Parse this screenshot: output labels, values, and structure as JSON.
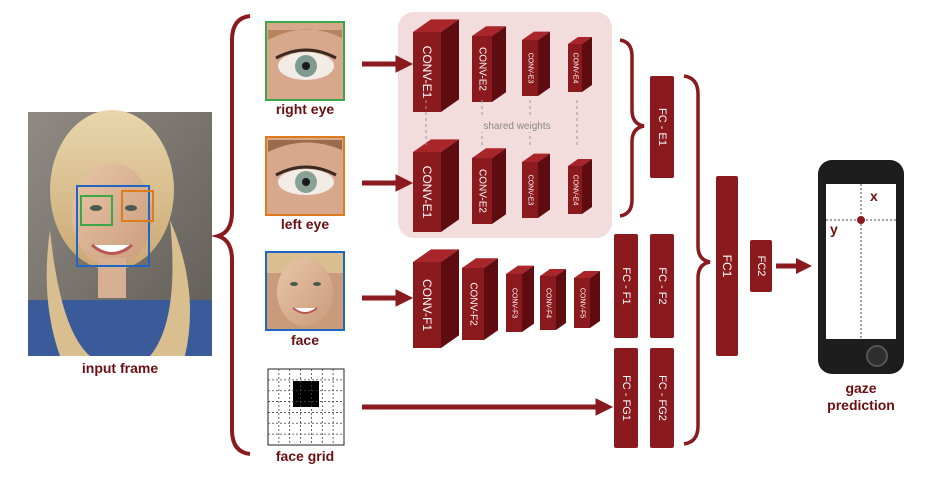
{
  "labels": {
    "input_frame": "input frame",
    "right_eye": "right eye",
    "left_eye": "left eye",
    "face": "face",
    "face_grid": "face grid",
    "gaze_prediction_line1": "gaze",
    "gaze_prediction_line2": "prediction",
    "shared_weights": "shared weights",
    "axis_x": "x",
    "axis_y": "y"
  },
  "eye_branch_top": [
    "CONV-E1",
    "CONV-E2",
    "CONV-E3",
    "CONV-E4"
  ],
  "eye_branch_bottom": [
    "CONV-E1",
    "CONV-E2",
    "CONV-E3",
    "CONV-E4"
  ],
  "face_branch": [
    "CONV-F1",
    "CONV-F2",
    "CONV-F3",
    "CONV-F4",
    "CONV-F5"
  ],
  "fc_layers": {
    "fc_e1": "FC - E1",
    "fc_f1": "FC - F1",
    "fc_f2": "FC - F2",
    "fc_fg1": "FC - FG1",
    "fc_fg2": "FC - FG2",
    "fc1": "FC1",
    "fc2": "FC2"
  },
  "colors": {
    "accent": "#8b1a1e",
    "accent_dark": "#5e0c10",
    "shared_panel": "#f3dcdc",
    "right_eye_frame": "#3aa84a",
    "left_eye_frame": "#e07a1f",
    "face_frame": "#1f66c2"
  }
}
